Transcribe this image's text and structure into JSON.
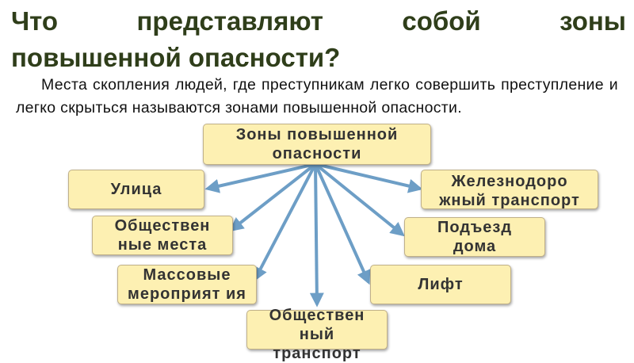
{
  "title": {
    "line1_words": [
      "Что",
      "представляют",
      "собой",
      "зоны"
    ],
    "line2": "повышенной опасности?"
  },
  "paragraph": "Места скопления людей, где преступникам легко совершить преступление и легко скрыться называются зонами повышенной опасности.",
  "diagram": {
    "center": "Зоны повышенной опасности",
    "nodes": {
      "street": "Улица",
      "public_places": "Обществен ные места",
      "mass_events": "Массовые мероприят ия",
      "public_transport": "Обществен ный транспорт",
      "railway_transport": "Железнодоро жный транспорт",
      "entrance": "Подъезд дома",
      "elevator": "Лифт"
    }
  },
  "colors": {
    "title": "#2f3e1a",
    "box_fill": "#fdf0b2",
    "box_text": "#333333",
    "arrow": "#6d9ec6"
  }
}
